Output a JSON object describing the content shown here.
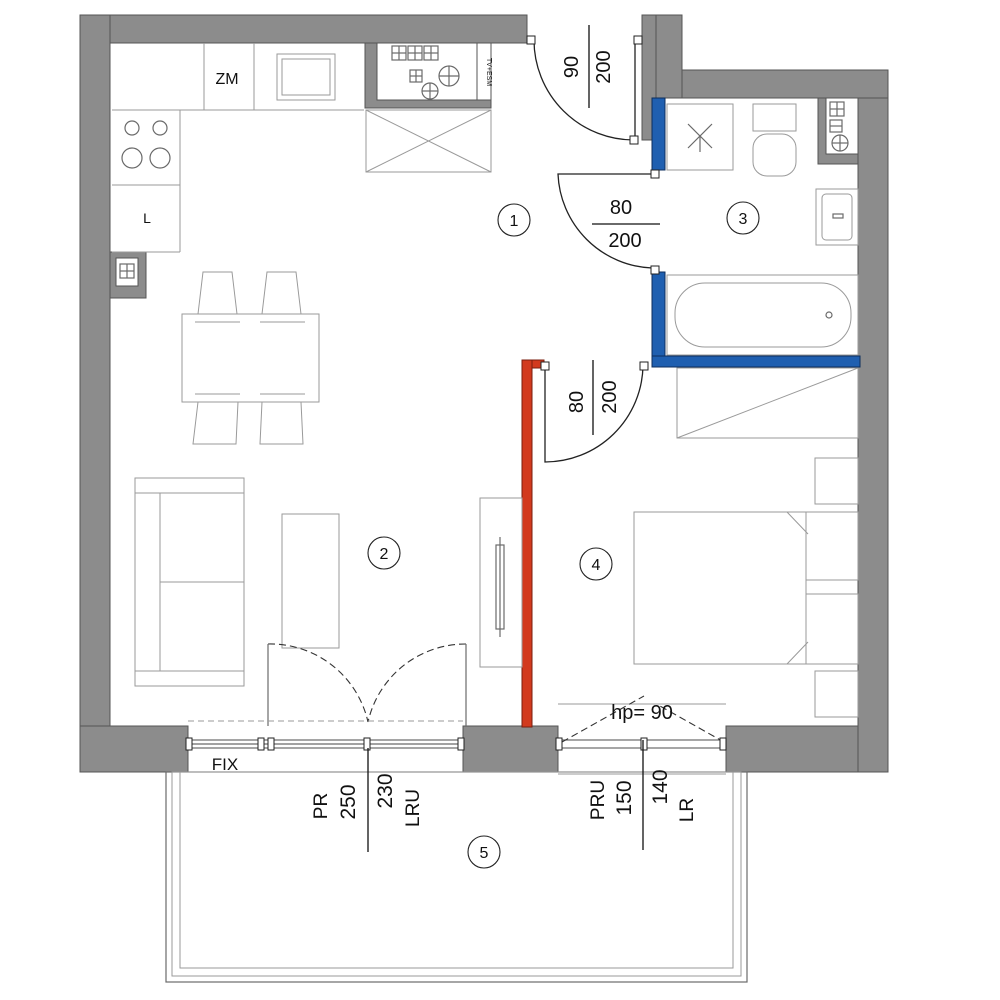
{
  "plan": {
    "rooms": [
      {
        "number": "1"
      },
      {
        "number": "2"
      },
      {
        "number": "3"
      },
      {
        "number": "4"
      },
      {
        "number": "5"
      }
    ],
    "doors": {
      "entrance": {
        "width": "90",
        "height": "200"
      },
      "bathroom": {
        "width": "80",
        "height": "200"
      },
      "bedroom": {
        "width": "80",
        "height": "200"
      }
    },
    "kitchen": {
      "fridge_label": "ZM",
      "cabinet_label": "L",
      "meter_label": "TV+ESM"
    },
    "windows": {
      "fixed_label": "FIX",
      "living_room": {
        "left_type": "PR",
        "left_width": "250",
        "right_width": "230",
        "right_type": "LRU"
      },
      "bedroom": {
        "sill": "hp= 90",
        "left_type": "PRU",
        "left_width": "150",
        "right_width": "140",
        "right_type": "LR"
      }
    },
    "colors": {
      "wall_fill": "#8c8c8c",
      "new_partition": "#d23a1e",
      "bathroom_wall": "#1f5fb0",
      "line": "#222222"
    }
  }
}
